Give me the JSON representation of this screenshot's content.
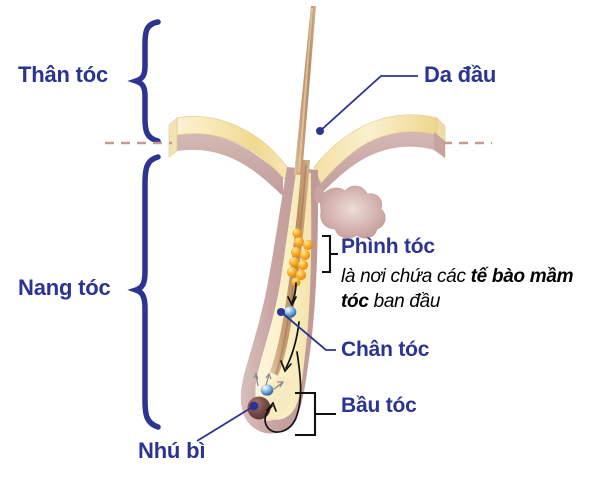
{
  "diagram": {
    "title_text_color": "#2B3490",
    "body_text_color": "#000000",
    "background": "#ffffff",
    "dashed_line_color": "#C49A94",
    "brace_color": "#2B3490",
    "bracket_color": "#111111",
    "leader_line_color": "#2B3490",
    "epidermis_color": "#F3E0A8",
    "dermis_color": "#C9A9A6",
    "follicle_sheath_color": "#C9A9A6",
    "hair_shaft_color": "#BF9A72",
    "inner_bulb_color": "#FAF0C8",
    "germ_cell_color": "#F5A623",
    "papilla_color": "#6B3B3B",
    "blue_cell_color": "#2E6FB7"
  },
  "labels": {
    "hair_shaft": "Thân tóc",
    "hair_follicle": "Nang tóc",
    "dermal_papilla": "Nhú bì",
    "scalp": "Da đầu",
    "bulge": "Phình tóc",
    "hair_root": "Chân tóc",
    "hair_bulb": "Bầu tóc"
  },
  "description": {
    "line1_plain_a": "là nơi chứa các ",
    "line1_bold": "tế bào",
    "line2_bold": "mầm tóc",
    "line2_plain": " ban đầu",
    "full_text": "là nơi chứa các tế bào mầm tóc ban đầu"
  }
}
